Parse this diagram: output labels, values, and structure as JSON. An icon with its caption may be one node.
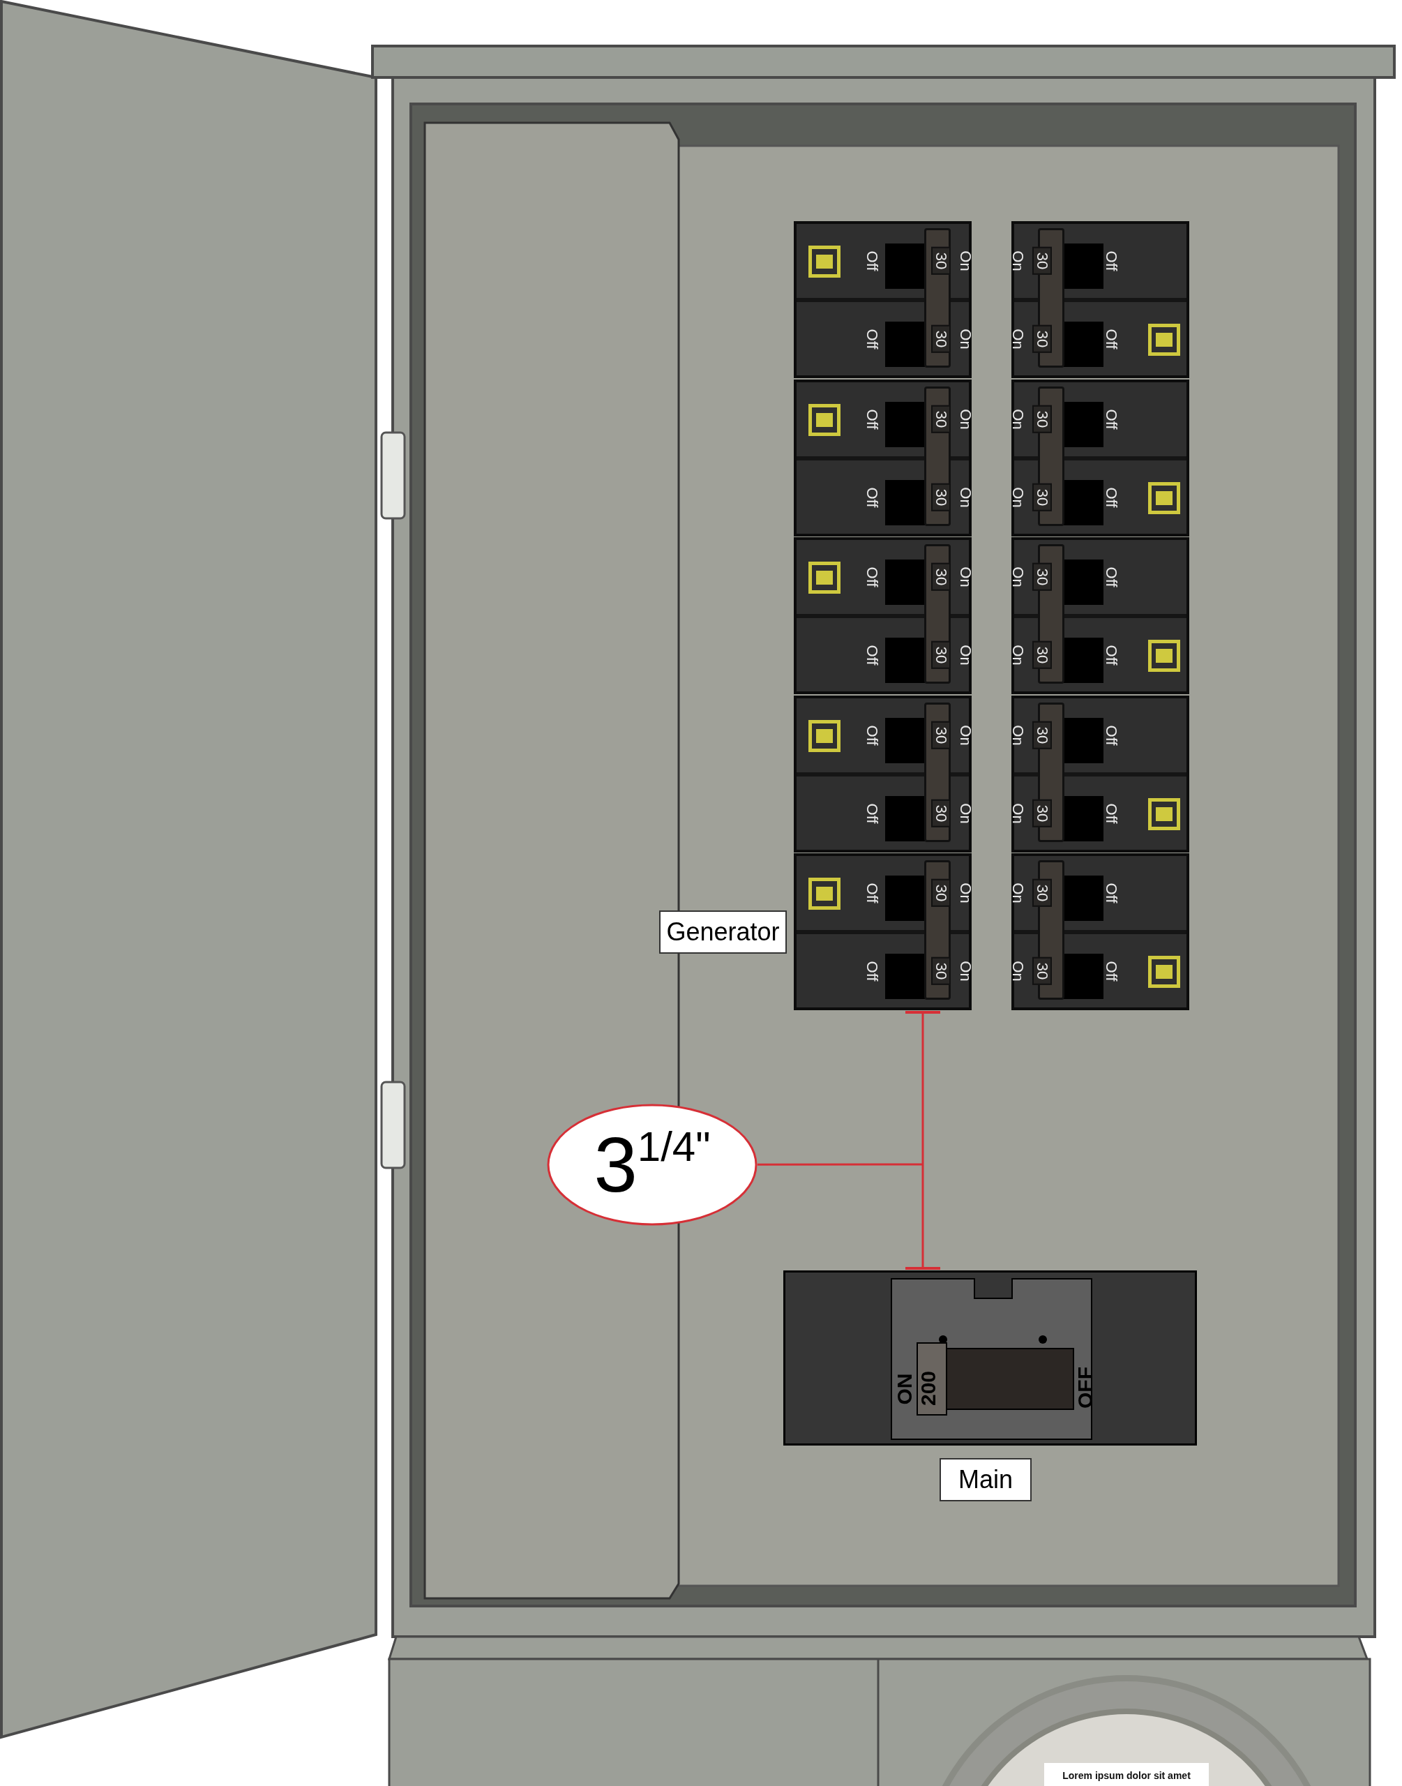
{
  "diagram": {
    "nodes": [
      {
        "text": [
          "Off",
          "30",
          "On",
          "Off",
          "30",
          "On"
        ]
      },
      {
        "text": [
          "On",
          "30",
          "Off",
          "On",
          "30",
          "Off"
        ]
      },
      {
        "text": [
          "Off",
          "30",
          "On",
          "Off",
          "30",
          "On"
        ]
      },
      {
        "text": [
          "On",
          "30",
          "Off",
          "On",
          "30",
          "Off"
        ]
      },
      {
        "text": [
          "Off",
          "30",
          "On",
          "Off",
          "30",
          "On"
        ]
      },
      {
        "text": [
          "On",
          "30",
          "Off",
          "On",
          "30",
          "Off"
        ]
      },
      {
        "text": [
          "Off",
          "30",
          "On",
          "Off",
          "30",
          "On"
        ]
      },
      {
        "text": [
          "On",
          "30",
          "Off",
          "On",
          "30",
          "Off"
        ]
      },
      {
        "text": [
          "Off",
          "30",
          "On",
          "Off",
          "30",
          "On"
        ]
      },
      {
        "text": [
          "On",
          "30",
          "Off",
          "On",
          "30",
          "Off"
        ]
      },
      {
        "text": [
          "Generator"
        ]
      },
      {
        "text": [
          "3$^{1/4\"}$"
        ]
      },
      {
        "text": [
          "ON",
          "200",
          "OFF"
        ]
      },
      {
        "text": [
          "Main"
        ]
      }
    ],
    "edges": [
      {
        "from": null,
        "to": 11,
        "arrow": "none"
      }
    ],
    "labels": [
      "Lorem ipsum dolor sit amet"
    ]
  }
}
